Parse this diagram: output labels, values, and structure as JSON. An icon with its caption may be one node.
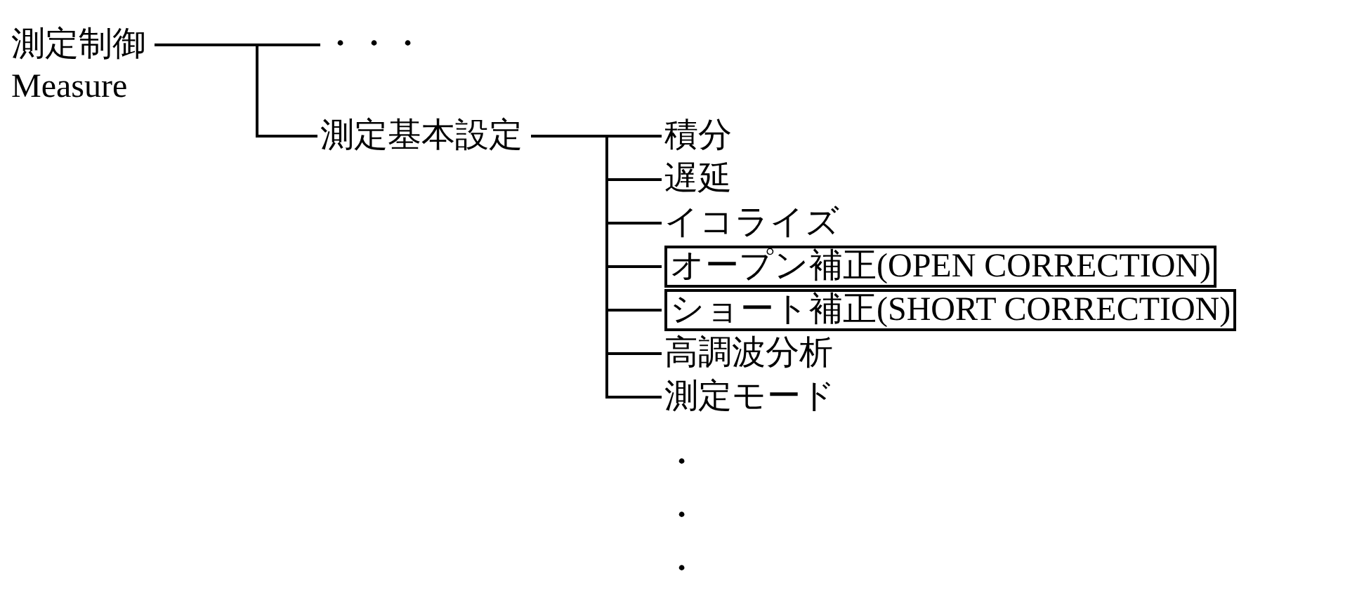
{
  "diagram": {
    "nodes": [
      {
        "text": [
          "測定制御",
          "Measure"
        ]
      },
      {
        "text": [
          "・・・"
        ]
      },
      {
        "text": [
          "測定基本設定"
        ]
      },
      {
        "text": [
          "積分"
        ]
      },
      {
        "text": [
          "遅延"
        ]
      },
      {
        "text": [
          "イコライズ"
        ]
      },
      {
        "text": [
          "オープン補正(OPEN CORRECTION)"
        ]
      },
      {
        "text": [
          "ショート補正(SHORT CORRECTION)"
        ]
      },
      {
        "text": [
          "高調波分析"
        ]
      },
      {
        "text": [
          "測定モード"
        ]
      }
    ],
    "edges": [
      {
        "from": 0,
        "to": 1,
        "arrow": "none"
      },
      {
        "from": 0,
        "to": 2,
        "arrow": "none"
      },
      {
        "from": 2,
        "to": 3,
        "arrow": "none"
      },
      {
        "from": 2,
        "to": 4,
        "arrow": "none"
      },
      {
        "from": 2,
        "to": 5,
        "arrow": "none"
      },
      {
        "from": 2,
        "to": 6,
        "arrow": "none"
      },
      {
        "from": 2,
        "to": 7,
        "arrow": "none"
      },
      {
        "from": 2,
        "to": 8,
        "arrow": "none"
      },
      {
        "from": 2,
        "to": 9,
        "arrow": "none"
      }
    ],
    "labels": [
      "・",
      "・",
      "・"
    ]
  }
}
